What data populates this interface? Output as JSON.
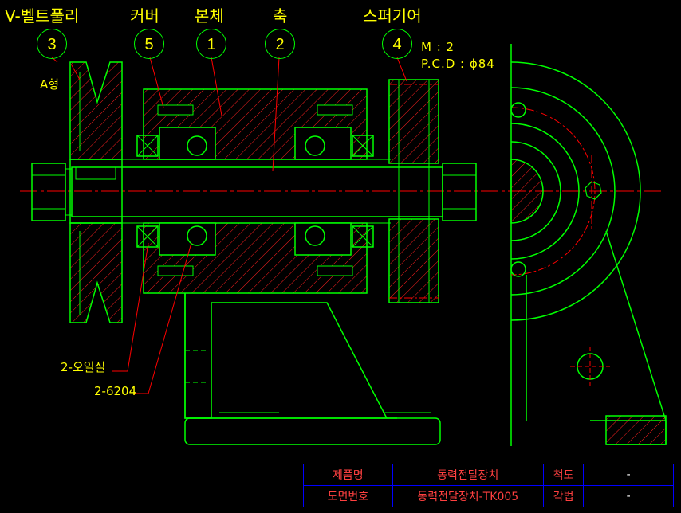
{
  "parts": {
    "vbelt_pulley": "V-벨트풀리",
    "cover": "커버",
    "body": "본체",
    "shaft": "축",
    "spur_gear": "스퍼기어"
  },
  "balloons": [
    "3",
    "5",
    "1",
    "2",
    "4"
  ],
  "annotations": {
    "a_type": "A형",
    "oil_seal": "2-오일실",
    "bearing": "2-6204",
    "module": "M : 2",
    "pcd": "P.C.D : ϕ84"
  },
  "title_block": {
    "product_label": "제품명",
    "product_value": "동력전달장치",
    "scale_label": "척도",
    "scale_value": "-",
    "drawing_no_label": "도면번호",
    "drawing_no_value": "동력전달장치-TK005",
    "projection_label": "각법",
    "projection_value": "-"
  },
  "colors": {
    "outline": "#00ff00",
    "hatch": "#ff0000",
    "center_line": "#ff0000",
    "text": "#ffff00",
    "table_border": "#0000ff"
  }
}
